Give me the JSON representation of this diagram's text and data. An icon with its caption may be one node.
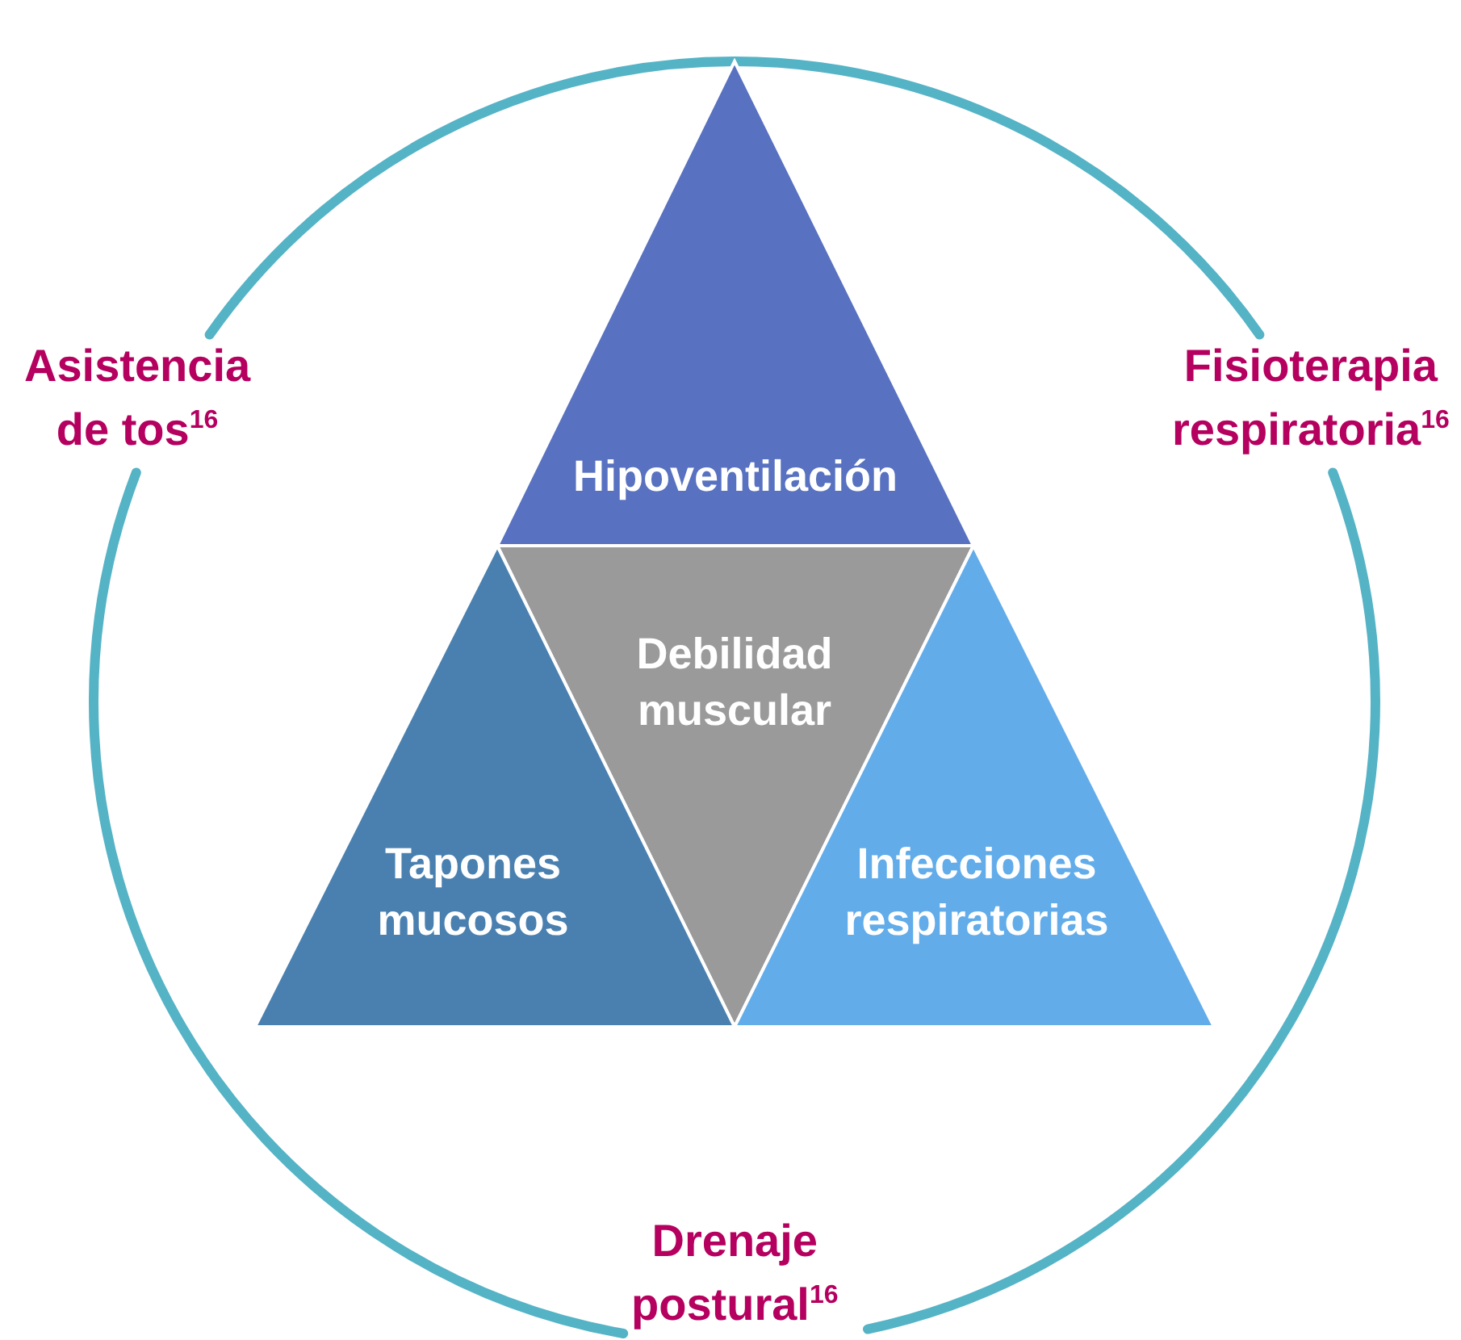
{
  "diagram": {
    "nodes": [
      {
        "text": [
          "Hipoventilación"
        ]
      },
      {
        "text": [
          "Debilidad muscular"
        ]
      },
      {
        "text": [
          "Tapones mucosos"
        ]
      },
      {
        "text": [
          "Infecciones respiratorias"
        ]
      }
    ],
    "labels": [
      "Asistencia de tos$^{16}$",
      "Fisioterapia respiratoria$^{16}$",
      "Drenaje postural$^{16}$"
    ]
  }
}
